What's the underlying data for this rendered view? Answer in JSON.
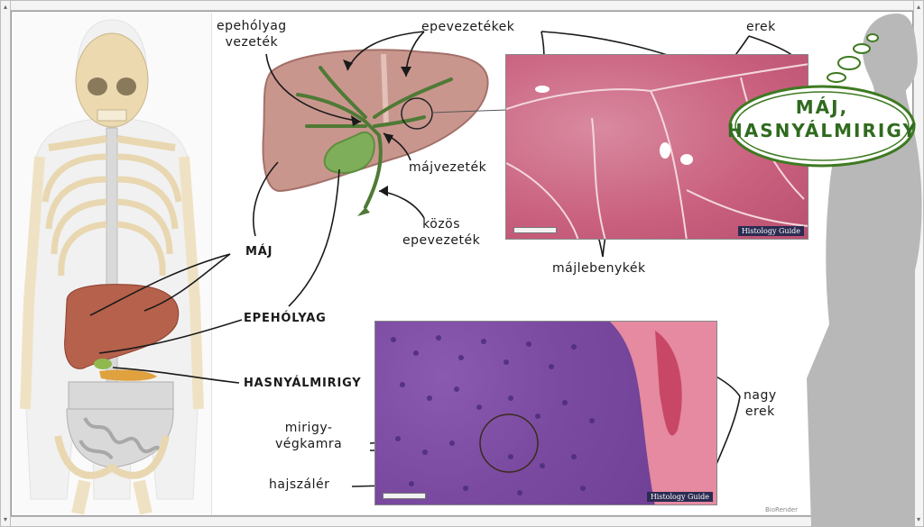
{
  "labels": {
    "epeholyag_vezetek": "epehólyag\nvezeték",
    "epevezetekek": "epevezetékek",
    "erek": "erek",
    "majvezetek": "májvezeték",
    "kozos_epevezetek": "közös\nepevezeték",
    "majlebenykek": "májlebenykék",
    "maj": "MÁJ",
    "epeholyag": "EPEHÓLYAG",
    "hasnyalmirigy": "HASNYÁLMIRIGY",
    "nagy_erek": "nagy\nerek",
    "mirigy_vegkamra": "mirigy-\nvégkamra",
    "hajszaler": "hajszálér"
  },
  "thought_bubble": {
    "line1": "MÁJ,",
    "line2": "HASNYÁLMIRIGY"
  },
  "histology_credit": "Histology Guide",
  "watermark": "BioRender",
  "colors": {
    "liver": "#c9968e",
    "gallbladder": "#7fae5a",
    "bile_duct": "#4f7a35",
    "silhouette": "#b8b8b8",
    "bubble": "#3f7a22"
  }
}
